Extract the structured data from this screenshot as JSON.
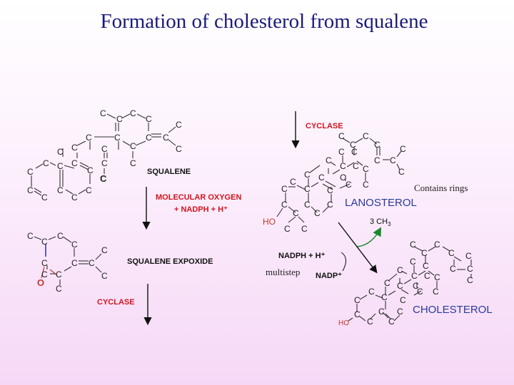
{
  "title": "Formation of cholesterol from squalene",
  "atoms": {
    "carbon": "C",
    "oxygen": "O",
    "hydroxyl": "HO"
  },
  "labels": {
    "squalene": "SQUALENE",
    "oxygen_line1": "MOLECULAR OXYGEN",
    "oxygen_line2": "+ NADPH + H⁺",
    "squalene_epoxide": "SQUALENE EXPOXIDE",
    "cyclase_bottom": "CYCLASE",
    "cyclase_top": "CYCLASE",
    "lanosterol": "LANOSTEROL",
    "contains_rings": "Contains rings",
    "methyl_loss": "3 CH",
    "methyl_sub": "3",
    "nadph": "NADPH + H⁺",
    "nadp": "NADP⁺",
    "multistep": "multistep",
    "cholesterol": "CHOLESTEROL"
  },
  "colors": {
    "title": "#1a1a7a",
    "red_label": "#d2141e",
    "blue_label": "#2a3a9a",
    "green_arrow": "#1a8a2a"
  }
}
